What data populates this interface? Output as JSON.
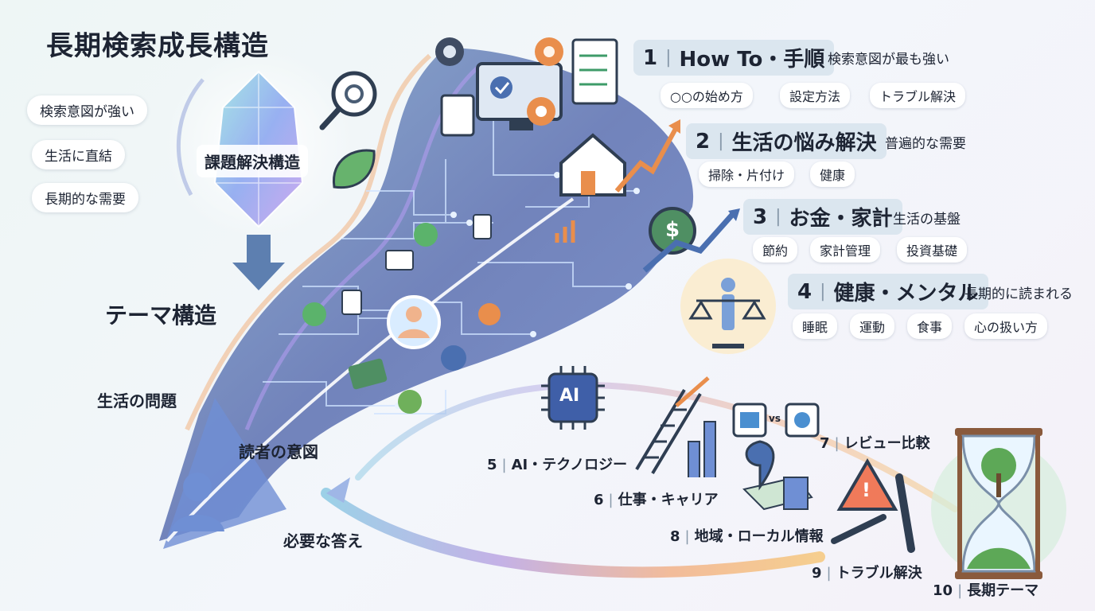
{
  "title": "長期検索成長構造",
  "left_pills": [
    "検索意図が強い",
    "生活に直結",
    "長期的な需要"
  ],
  "center_label": "課題解決構造",
  "theme_structure": "テーマ構造",
  "flow_labels": [
    "生活の問題",
    "読者の意図",
    "必要な答え"
  ],
  "categories": [
    {
      "num": "1",
      "name": "How To・手順",
      "note": "検索意図が最も強い",
      "tags": [
        "○○の始め方",
        "設定方法",
        "トラブル解決"
      ]
    },
    {
      "num": "2",
      "name": "生活の悩み解決",
      "note": "普遍的な需要",
      "tags": [
        "掃除・片付け",
        "健康"
      ]
    },
    {
      "num": "3",
      "name": "お金・家計",
      "note": "生活の基盤",
      "tags": [
        "節約",
        "家計管理",
        "投資基礎"
      ]
    },
    {
      "num": "4",
      "name": "健康・メンタル",
      "note": "長期的に読まれる",
      "tags": [
        "睡眠",
        "運動",
        "食事",
        "心の扱い方"
      ]
    }
  ],
  "themes": [
    {
      "num": "5",
      "name": "AI・テクノロジー"
    },
    {
      "num": "6",
      "name": "仕事・キャリア"
    },
    {
      "num": "7",
      "name": "レビュー比較"
    },
    {
      "num": "8",
      "name": "地域・ローカル情報"
    },
    {
      "num": "9",
      "name": "トラブル解決"
    },
    {
      "num": "10",
      "name": "長期テーマ"
    }
  ],
  "icons": {
    "ai_chip": "AI",
    "dollar": "$",
    "vs": "vs",
    "warning": "!"
  }
}
